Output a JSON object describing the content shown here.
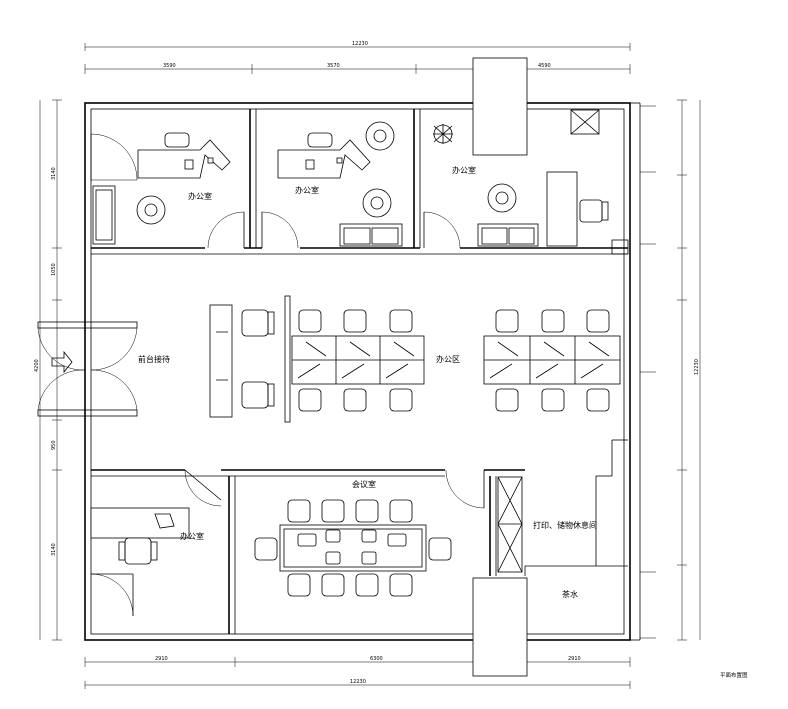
{
  "dimensions": {
    "top_total": "12230",
    "top_segments": [
      "3590",
      "3570",
      "4590"
    ],
    "bottom_total": "12230",
    "bottom_segments": [
      "2910",
      "6300",
      "2910"
    ],
    "left_segments": [
      "3140",
      "1050",
      "4200",
      "950",
      "3140"
    ],
    "right_total": "12230"
  },
  "rooms": {
    "office_1": "办公室",
    "office_2": "办公室",
    "office_3": "办公室",
    "reception": "前台接待",
    "open_office": "办公区",
    "office_4": "办公室",
    "meeting": "会议室",
    "print_room": "打印、储物休息间",
    "pantry": "茶水"
  },
  "drawing_title": "平面布置图"
}
